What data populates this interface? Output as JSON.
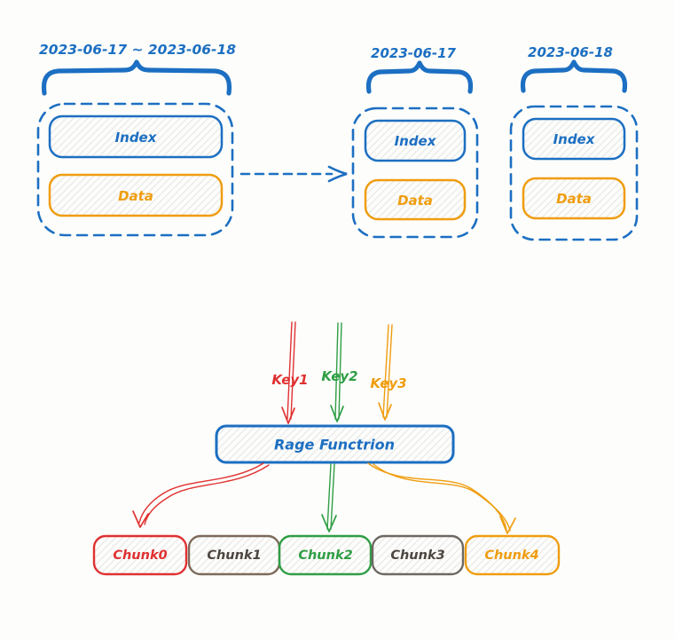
{
  "colors": {
    "blue": "#1c6fc2",
    "orange": "#ef9d10",
    "red": "#e03131",
    "green": "#2f9e44",
    "brown": "#7d6a5a",
    "gray": "#6e6862",
    "hatch": "#e6e6e6",
    "background": "#fdfdfb"
  },
  "top": {
    "range_group": {
      "date_label": "2023-06-17 ~ 2023-06-18",
      "index_label": "Index",
      "data_label": "Data"
    },
    "day1_group": {
      "date_label": "2023-06-17",
      "index_label": "Index",
      "data_label": "Data"
    },
    "day2_group": {
      "date_label": "2023-06-18",
      "index_label": "Index",
      "data_label": "Data"
    }
  },
  "bottom": {
    "keys": [
      {
        "label": "Key1",
        "color": "#e03131"
      },
      {
        "label": "Key2",
        "color": "#2f9e44"
      },
      {
        "label": "Key3",
        "color": "#ef9d10"
      }
    ],
    "function_label": "Rage Functrion",
    "chunks": [
      {
        "label": "Chunk0",
        "color": "#e03131",
        "label_color": "#e03131"
      },
      {
        "label": "Chunk1",
        "color": "#7d6a5a",
        "label_color": "#4d453f"
      },
      {
        "label": "Chunk2",
        "color": "#2f9e44",
        "label_color": "#2f9e44"
      },
      {
        "label": "Chunk3",
        "color": "#6e6862",
        "label_color": "#4d453f"
      },
      {
        "label": "Chunk4",
        "color": "#ef9d10",
        "label_color": "#ef9d10"
      }
    ]
  }
}
